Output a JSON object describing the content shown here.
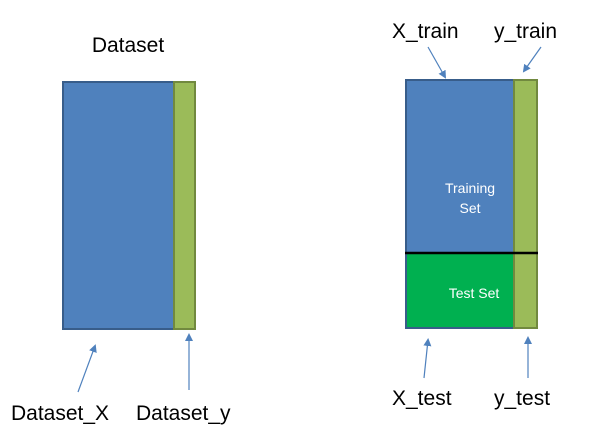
{
  "left_panel": {
    "title": "Dataset",
    "x_label": "Dataset_X",
    "y_label": "Dataset_y"
  },
  "right_panel": {
    "x_train_label": "X_train",
    "y_train_label": "y_train",
    "training_set_line1": "Training",
    "training_set_line2": "Set",
    "test_set_label": "Test Set",
    "x_test_label": "X_test",
    "y_test_label": "y_test"
  },
  "colors": {
    "features": "#4f81bd",
    "features_border": "#385d8a",
    "target": "#9bbb59",
    "target_border": "#71893f",
    "test_set": "#00b050",
    "split_line": "#000000",
    "arrow": "#4f81bd"
  }
}
